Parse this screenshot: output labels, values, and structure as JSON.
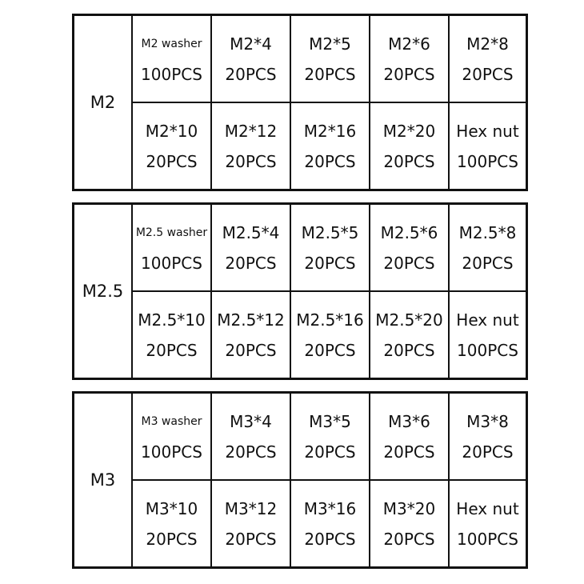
{
  "groups": [
    {
      "label": "M2",
      "rows": [
        [
          {
            "name": "M2 washer",
            "qty": "100PCS",
            "small": true
          },
          {
            "name": "M2*4",
            "qty": "20PCS"
          },
          {
            "name": "M2*5",
            "qty": "20PCS"
          },
          {
            "name": "M2*6",
            "qty": "20PCS"
          },
          {
            "name": "M2*8",
            "qty": "20PCS"
          }
        ],
        [
          {
            "name": "M2*10",
            "qty": "20PCS"
          },
          {
            "name": "M2*12",
            "qty": "20PCS"
          },
          {
            "name": "M2*16",
            "qty": "20PCS"
          },
          {
            "name": "M2*20",
            "qty": "20PCS"
          },
          {
            "name": "Hex nut",
            "qty": "100PCS"
          }
        ]
      ]
    },
    {
      "label": "M2.5",
      "rows": [
        [
          {
            "name": "M2.5 washer",
            "qty": "100PCS",
            "small": true
          },
          {
            "name": "M2.5*4",
            "qty": "20PCS"
          },
          {
            "name": "M2.5*5",
            "qty": "20PCS"
          },
          {
            "name": "M2.5*6",
            "qty": "20PCS"
          },
          {
            "name": "M2.5*8",
            "qty": "20PCS"
          }
        ],
        [
          {
            "name": "M2.5*10",
            "qty": "20PCS"
          },
          {
            "name": "M2.5*12",
            "qty": "20PCS"
          },
          {
            "name": "M2.5*16",
            "qty": "20PCS"
          },
          {
            "name": "M2.5*20",
            "qty": "20PCS"
          },
          {
            "name": "Hex nut",
            "qty": "100PCS"
          }
        ]
      ]
    },
    {
      "label": "M3",
      "rows": [
        [
          {
            "name": "M3 washer",
            "qty": "100PCS",
            "small": true
          },
          {
            "name": "M3*4",
            "qty": "20PCS"
          },
          {
            "name": "M3*5",
            "qty": "20PCS"
          },
          {
            "name": "M3*6",
            "qty": "20PCS"
          },
          {
            "name": "M3*8",
            "qty": "20PCS"
          }
        ],
        [
          {
            "name": "M3*10",
            "qty": "20PCS"
          },
          {
            "name": "M3*12",
            "qty": "20PCS"
          },
          {
            "name": "M3*16",
            "qty": "20PCS"
          },
          {
            "name": "M3*20",
            "qty": "20PCS"
          },
          {
            "name": "Hex nut",
            "qty": "100PCS"
          }
        ]
      ]
    }
  ]
}
